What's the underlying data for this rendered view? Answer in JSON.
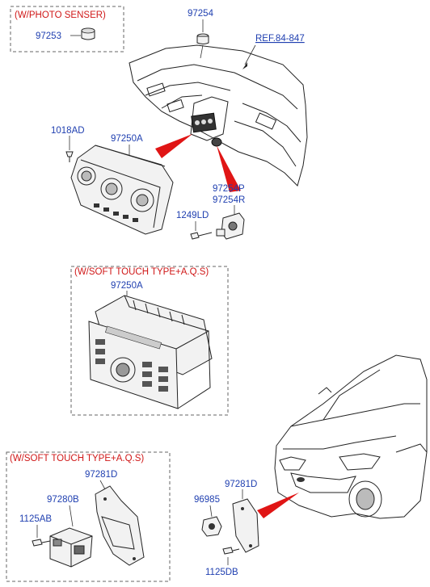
{
  "groups": {
    "photo_sensor_header": "(W/PHOTO SENSER)",
    "soft_touch_header_1": "(W/SOFT TOUCH TYPE+A.Q.S)",
    "soft_touch_header_2": "(W/SOFT TOUCH TYPE+A.Q.S)"
  },
  "reference": {
    "text": "REF.84-847"
  },
  "callouts": {
    "p97253": "97253",
    "p97254": "97254",
    "p1018AD": "1018AD",
    "p97250A_top": "97250A",
    "p97254P": "97254P",
    "p97254R": "97254R",
    "p1249LD": "1249LD",
    "p97250A_mid": "97250A",
    "p97281D_left": "97281D",
    "p97280B": "97280B",
    "p1125AB": "1125AB",
    "p97281D_right": "97281D",
    "p96985": "96985",
    "p1125DB": "1125DB"
  },
  "colors": {
    "label_blue": "#1f3fb0",
    "header_red": "#d01818",
    "arrow_red": "#e01515",
    "line": "#222222"
  }
}
